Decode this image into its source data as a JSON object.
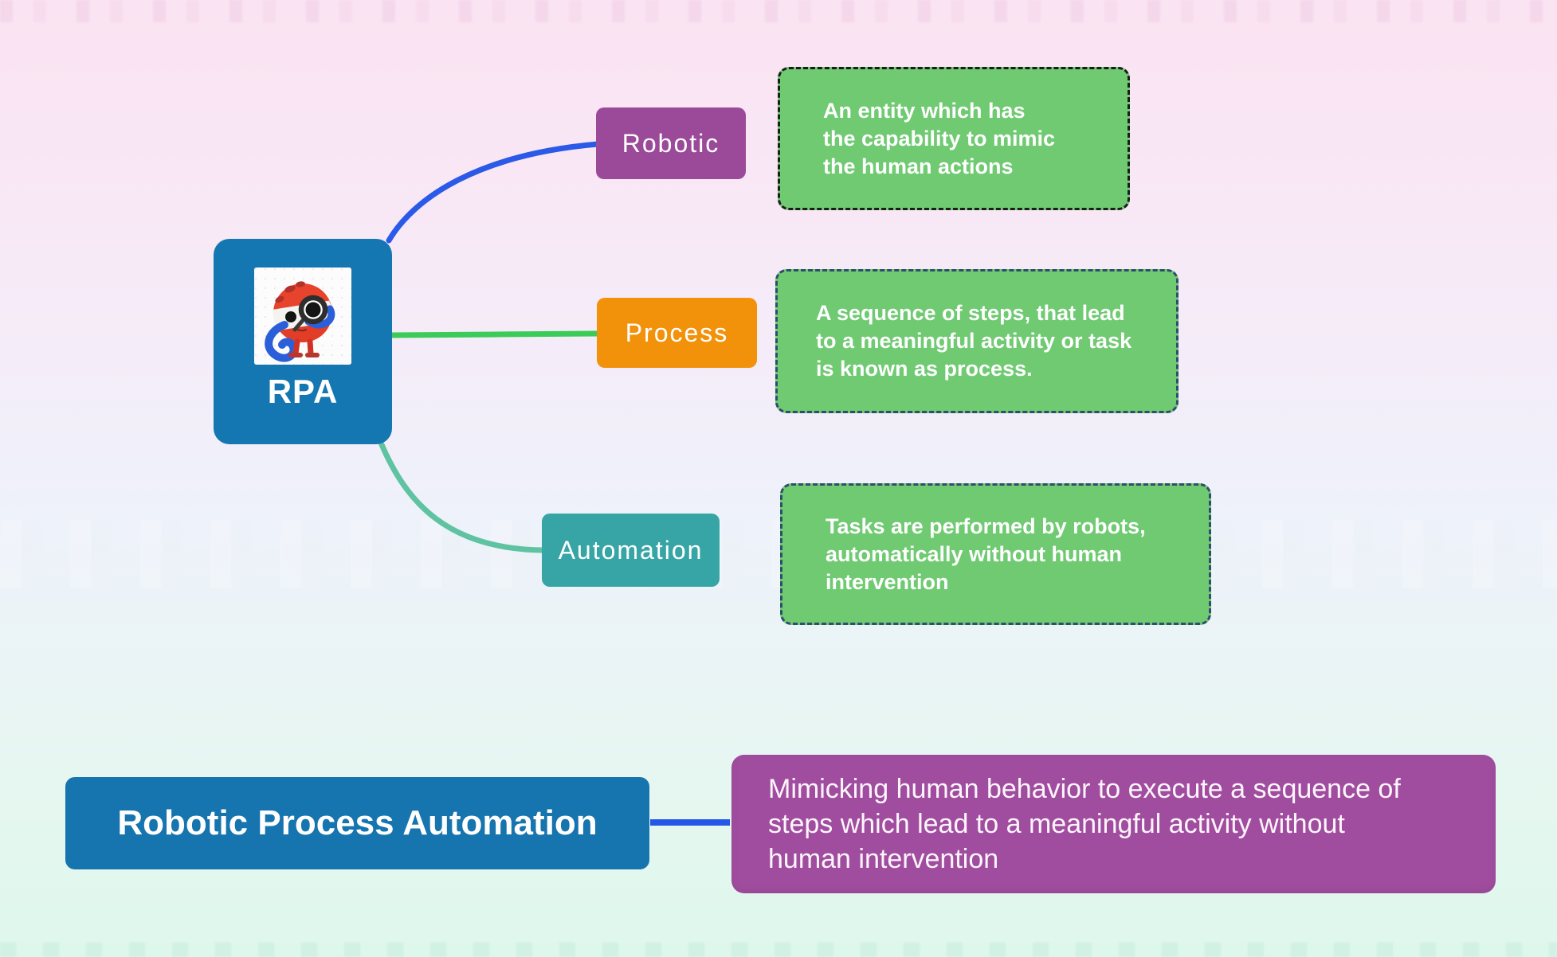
{
  "diagram": {
    "root": {
      "label": "RPA",
      "icon": "rpa-robot-magnifier-icon"
    },
    "branches": [
      {
        "label": "Robotic",
        "description": "An entity which has\nthe capability to mimic\nthe human actions"
      },
      {
        "label": "Process",
        "description": "A sequence of steps, that lead\nto a meaningful activity or task\nis known as process."
      },
      {
        "label": "Automation",
        "description": "Tasks are performed by robots,\nautomatically without human\nintervention"
      }
    ],
    "summary": {
      "title": "Robotic Process Automation",
      "description": "Mimicking human behavior to execute a sequence of\nsteps which lead to a meaningful activity without\nhuman intervention"
    },
    "colors": {
      "root_fill": "#1577b2",
      "robotic_fill": "#9b4a99",
      "process_fill": "#f2920a",
      "automation_fill": "#37a5a5",
      "description_fill": "#6fca72",
      "summary_title_fill": "#1674ae",
      "summary_desc_fill": "#a14d9f",
      "desc_border_robotic": "#1c1c1c",
      "desc_border_process": "#2f4d6d",
      "desc_border_automation": "#2f4d6d",
      "connector_robotic": "#2b59e8",
      "connector_process": "#3bcb59",
      "connector_automation": "#5fc3a2",
      "connector_summary": "#2457e6"
    }
  }
}
